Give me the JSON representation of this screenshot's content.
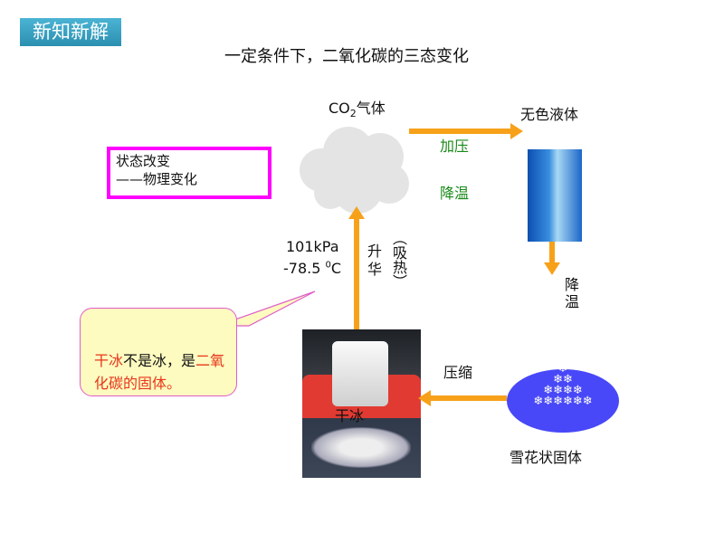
{
  "badge": "新知新解",
  "title": "一定条件下，二氧化碳的三态变化",
  "gas": {
    "prefix": "CO",
    "sub": "2",
    "suffix": "气体"
  },
  "liquid": "无色液体",
  "pressurize": "加压",
  "cool1": "降温",
  "cool2": "降温",
  "state_box": {
    "line1": "状态改变",
    "line2": "——物理变化"
  },
  "conditions": {
    "pressure": "101kPa",
    "temp_value": "-78.5 ",
    "temp_sup": "0",
    "temp_unit": "C"
  },
  "sublimation": "升华",
  "absorb_heat": "（吸热）",
  "compress": "压缩",
  "dry_ice": "干冰",
  "snow_solid": "雪花状固体",
  "callout": {
    "a": "干冰",
    "b": "不是冰，是",
    "c": "二",
    "d": "氧化碳的固体。"
  },
  "colors": {
    "arrow": "#f7a11a",
    "green": "#1a8a1a",
    "magenta": "#ff00ff",
    "red": "#e8361b"
  }
}
